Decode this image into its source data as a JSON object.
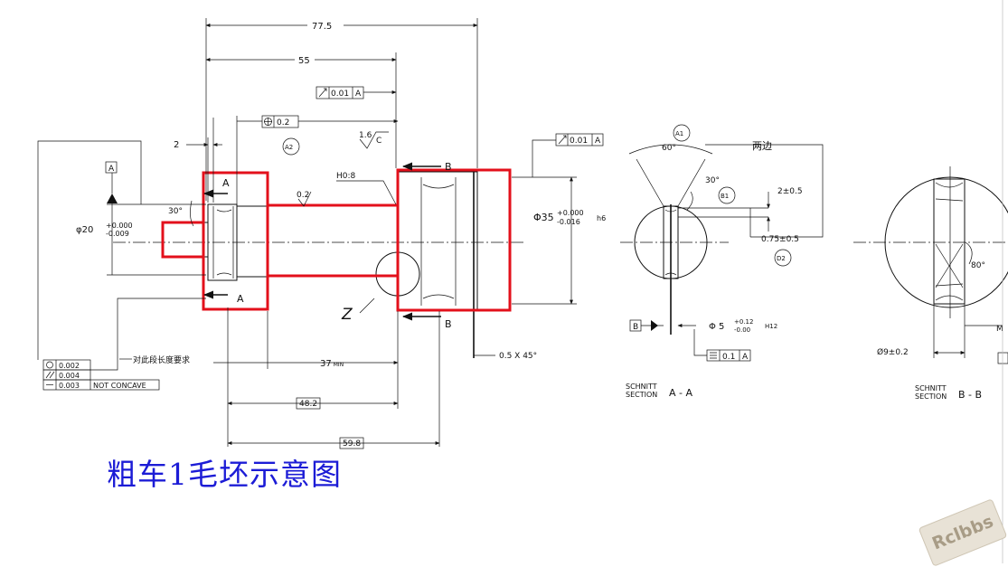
{
  "caption": "粗车1毛坯示意图",
  "watermark": "Rclbbs",
  "dims": {
    "overall_length": "77.5",
    "length_55": "55",
    "length_2": "2",
    "angle_30": "30°",
    "dia20_main": "φ20",
    "dia20_upper": "+0.000",
    "dia20_lower": "-0.009",
    "dia35_main": "Φ35",
    "dia35_upper": "+0.000",
    "dia35_lower": "-0.016",
    "dia35_fit": "h6",
    "length_37": "37",
    "length_37_suffix": "MIN",
    "length_48": "48.2",
    "length_59": "59.8",
    "chamfer": "0.5 X 45°",
    "fit_h08": "H0:8",
    "roughness_16": "1.6",
    "roughness_c": "C",
    "roughness_02": "0.2"
  },
  "gdt": {
    "runout_top_tol": "0.01",
    "runout_top_datum": "A",
    "position_tol": "0.2",
    "runout_right_tol": "0.01",
    "runout_right_datum": "A",
    "datum_a": "A",
    "datum_b": "B",
    "flat_tol": "0.002",
    "parallel_tol": "0.004",
    "straight_tol": "0.003",
    "not_concave": "NOT CONCAVE",
    "cross_hole_tol": "0.1",
    "cross_hole_datum": "A"
  },
  "labels": {
    "section_a": "A",
    "section_b": "B",
    "detail_z": "Z",
    "balloon_a2": "A2",
    "balloon_a1": "A1",
    "balloon_b1": "B1",
    "balloon_d2": "D2",
    "note_length": "对此段长度要求",
    "both_sides": "两边",
    "angle_60": "60°",
    "angle_30b": "30°",
    "angle_80": "80°",
    "dim_2_05": "2±0.5",
    "dim_075": "0.75±0.5",
    "dia5_main": "Φ 5",
    "dia5_upper": "+0.12",
    "dia5_lower": "-0.00",
    "dia5_fit": "H12",
    "dia9": "Ø9±0.2",
    "section_aa_1": "SCHNITT",
    "section_aa_2": "SECTION",
    "section_aa_3": "A - A",
    "section_bb_1": "SCHNITT",
    "section_bb_2": "SECTION",
    "section_bb_3": "B - B",
    "edge_label": "M"
  },
  "colors": {
    "highlight_red": "#e3101b",
    "caption_blue": "#1c1cd6"
  }
}
